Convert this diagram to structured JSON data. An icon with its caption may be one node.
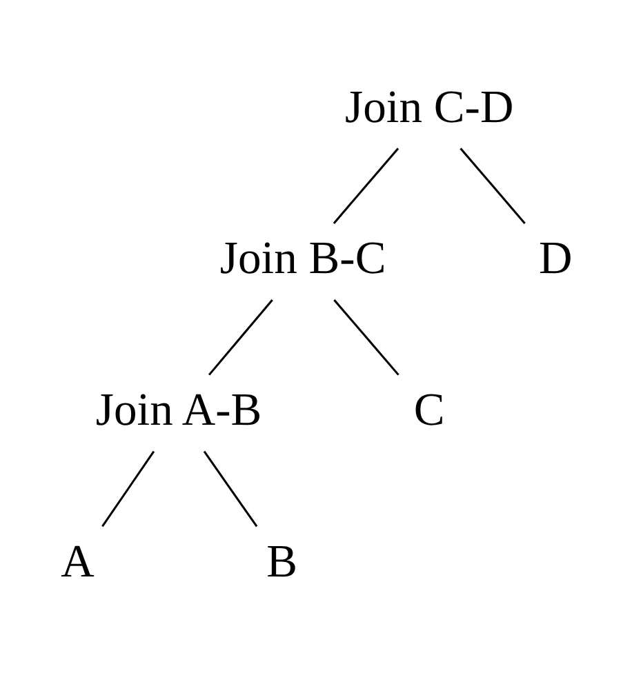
{
  "diagram": {
    "nodes": [
      {
        "text": [
          "Join C-D"
        ]
      },
      {
        "text": [
          "Join B-C"
        ]
      },
      {
        "text": [
          "D"
        ]
      },
      {
        "text": [
          "Join A-B"
        ]
      },
      {
        "text": [
          "C"
        ]
      },
      {
        "text": [
          "A"
        ]
      },
      {
        "text": [
          "B"
        ]
      }
    ],
    "edges": [
      {
        "from": 0,
        "to": 1,
        "arrow": "none"
      },
      {
        "from": 0,
        "to": 2,
        "arrow": "none"
      },
      {
        "from": 1,
        "to": 3,
        "arrow": "none"
      },
      {
        "from": 1,
        "to": 4,
        "arrow": "none"
      },
      {
        "from": 3,
        "to": 5,
        "arrow": "none"
      },
      {
        "from": 3,
        "to": 6,
        "arrow": "none"
      }
    ]
  }
}
